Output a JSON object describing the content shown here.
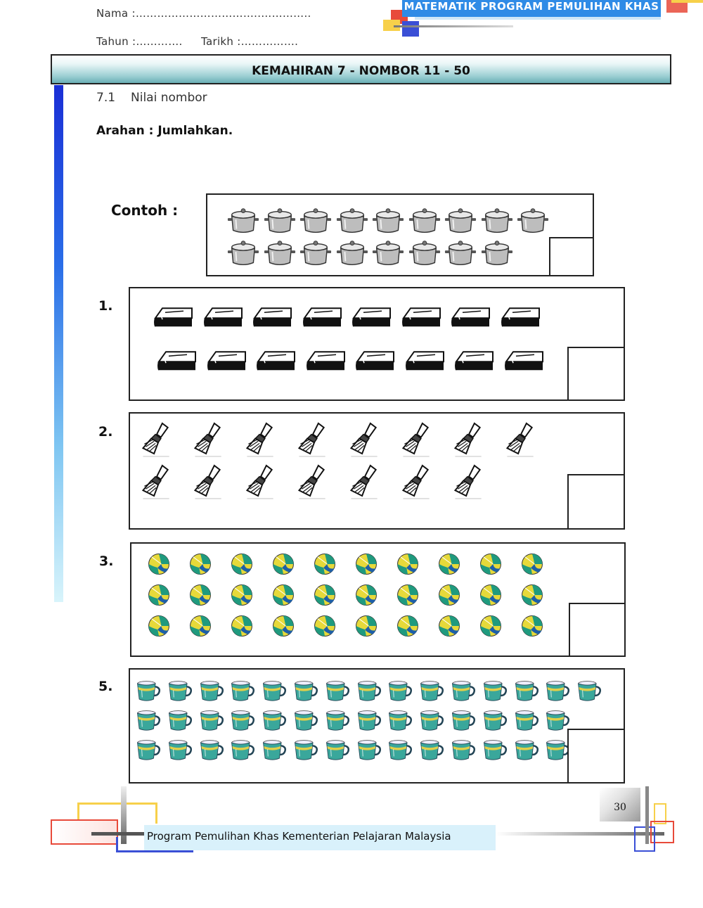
{
  "header": {
    "name_field": "Nama :……………………………..…………..",
    "year_field": "Tahun :………….",
    "date_field": "Tarikh :…………….",
    "banner": "MATEMATIK  PROGRAM PEMULIHAN  KHAS"
  },
  "title": "KEMAHIRAN 7 - NOMBOR 11 - 50",
  "section": {
    "number": "7.1",
    "label": "Nilai nombor"
  },
  "instruction": "Arahan  : Jumlahkan.",
  "example": {
    "label": "Contoh :",
    "item": "pot-icon",
    "rows": [
      9,
      8
    ]
  },
  "questions": [
    {
      "number": "1.",
      "item": "eraser-icon",
      "rows": [
        8,
        8
      ]
    },
    {
      "number": "2.",
      "item": "paintbrush-icon",
      "rows": [
        8,
        7
      ]
    },
    {
      "number": "3.",
      "item": "ball-icon",
      "rows": [
        10,
        10,
        10
      ]
    },
    {
      "number": "5.",
      "item": "cup-icon",
      "rows": [
        15,
        14,
        14
      ]
    }
  ],
  "colors": {
    "banner": "#2f8be6",
    "ball_green": "#1f9a7e",
    "ball_yellow": "#e6d93a",
    "cup_body": "#3aa79b",
    "cup_band": "#e2cf48"
  },
  "footer": {
    "text": "Program  Pemulihan Khas Kementerian Pelajaran Malaysia",
    "page_number": "30"
  }
}
